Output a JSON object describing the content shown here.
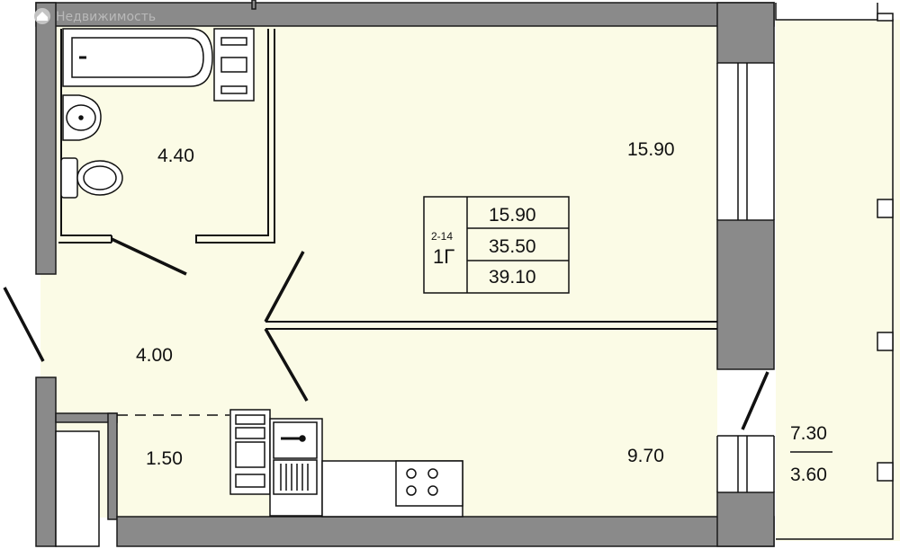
{
  "watermark": {
    "text": "Недвижимость",
    "icon": "house-pin-icon"
  },
  "colors": {
    "floor": "#fbfbe6",
    "wall": "#8a8a8a",
    "wall_stroke": "#1a1a1a",
    "line": "#111111"
  },
  "rooms": {
    "bathroom": "4.40",
    "living": "15.90",
    "hall": "4.00",
    "storage": "1.50",
    "kitchen": "9.70",
    "balcony_top": "7.30",
    "balcony_bottom": "3.60"
  },
  "summary": {
    "floors": "2-14",
    "type": "1Г",
    "living_area": "15.90",
    "total_area": "35.50",
    "area_with_balcony": "39.10"
  }
}
